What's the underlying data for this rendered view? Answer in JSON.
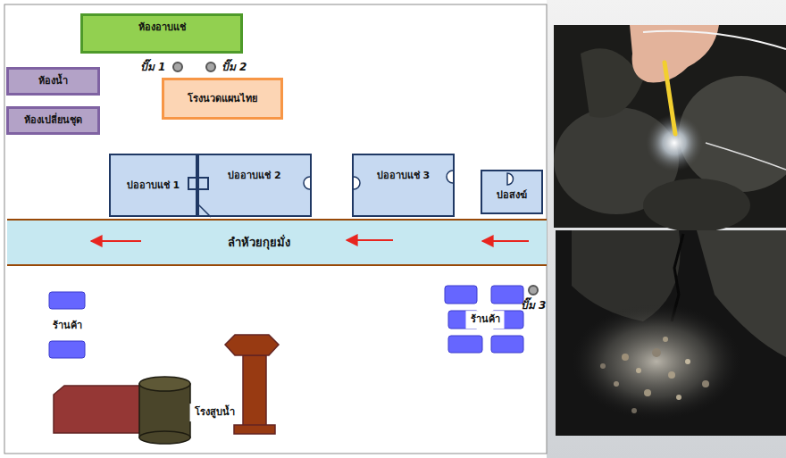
{
  "diagram": {
    "nodes": [
      {
        "text": [
          "ห้องอาบแช่"
        ]
      },
      {
        "text": [
          "ห้องน้ำ"
        ]
      },
      {
        "text": [
          "ห้องเปลี่ยนชุด"
        ]
      },
      {
        "text": [
          "โรงนวดแผนไทย"
        ]
      },
      {
        "text": [
          "บ่ออาบแช่ 1"
        ]
      },
      {
        "text": [
          "บ่ออาบแช่ 2"
        ]
      },
      {
        "text": [
          "บ่ออาบแช่ 3"
        ]
      },
      {
        "text": [
          "บ่อสงฆ์"
        ]
      },
      {
        "text": [
          "ลำห้วยกุยมั่ง"
        ]
      }
    ],
    "labels": [
      "ปั๊ม 1",
      "ปั๊ม 2",
      "ร้านค้า",
      "ร้านค้า",
      "ปั๊ม 3",
      "โรงสูบน้ำ"
    ]
  }
}
